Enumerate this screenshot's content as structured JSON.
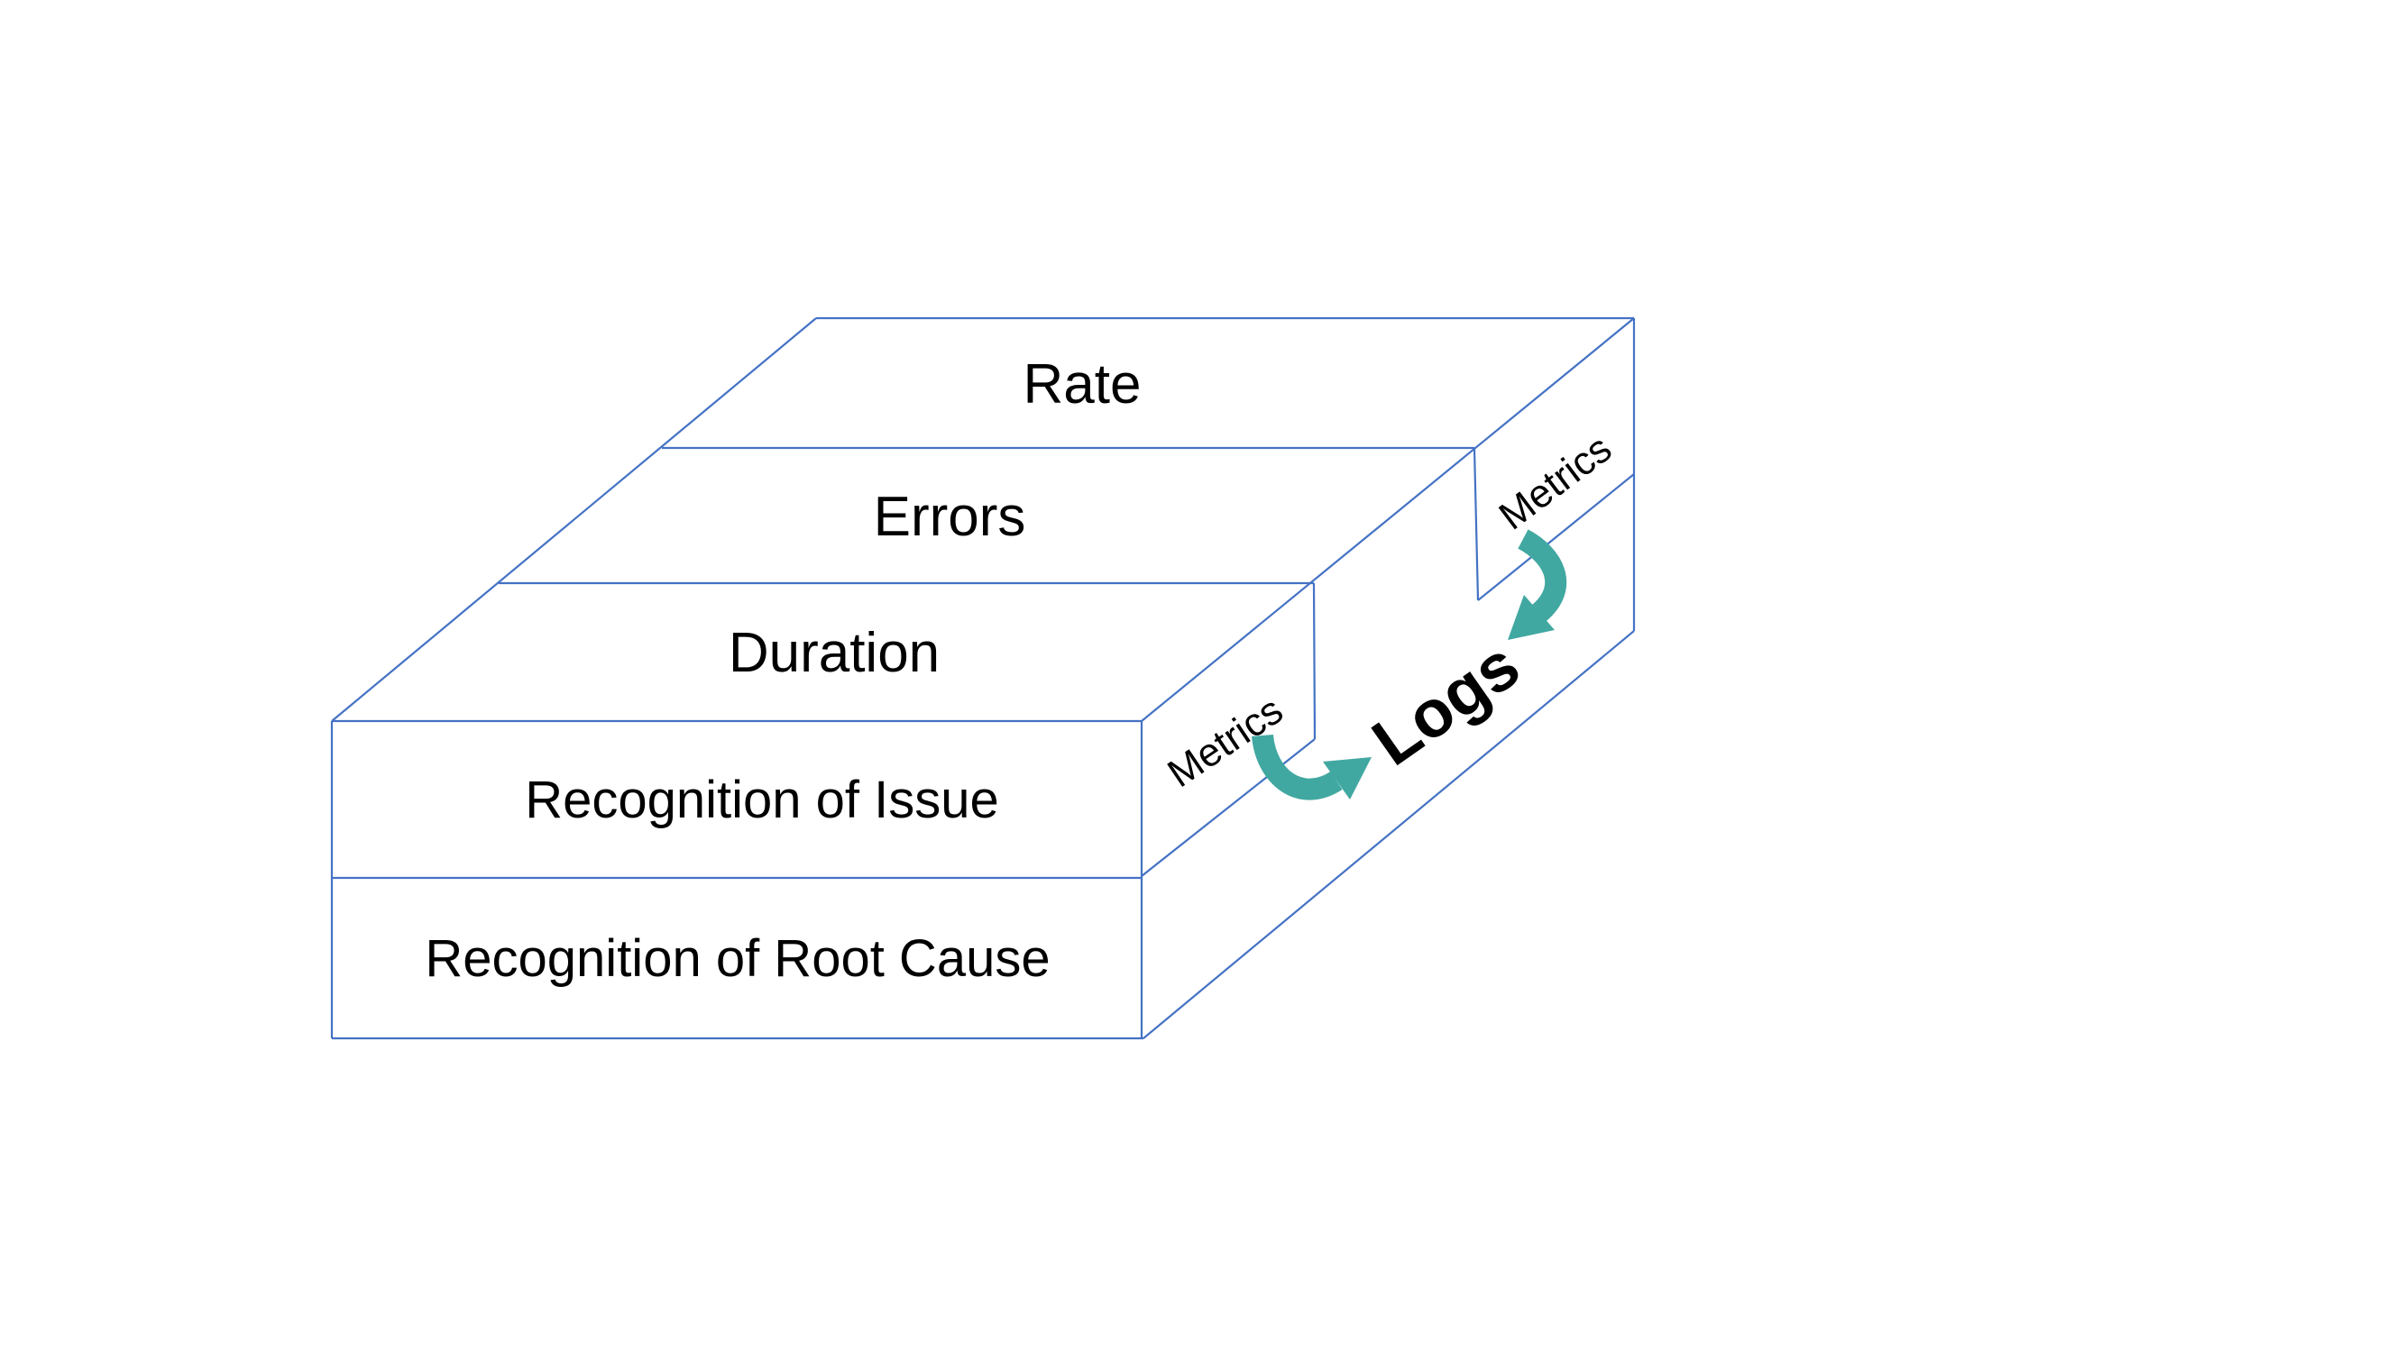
{
  "diagram": {
    "top_labels": [
      "Rate",
      "Errors",
      "Duration"
    ],
    "front_labels": [
      "Recognition of Issue",
      "Recognition of Root Cause"
    ],
    "metrics_label_lower": "Metrics",
    "metrics_label_upper": "Metrics",
    "logs_label": "Logs",
    "colors": {
      "edge": "#4472C4",
      "arrow": "#41A8A1",
      "text": "#000000",
      "background": "#FFFFFF"
    }
  }
}
